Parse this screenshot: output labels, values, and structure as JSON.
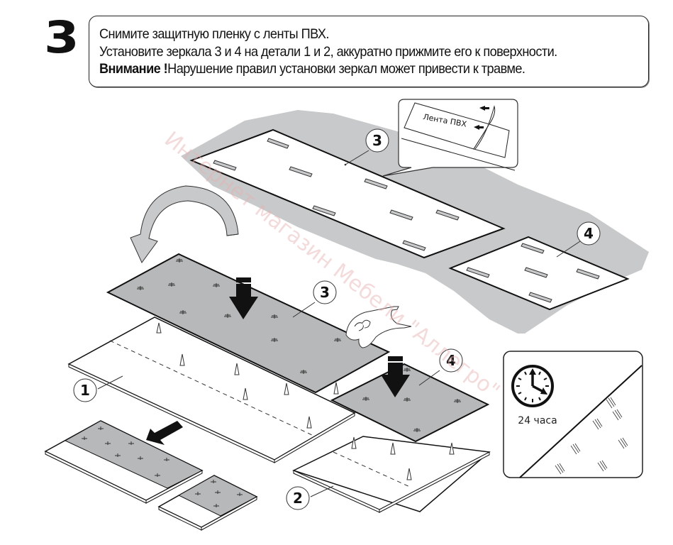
{
  "step": {
    "number": "3"
  },
  "instructions": {
    "line1": "Снимите защитную пленку с ленты ПВХ.",
    "line2": "Установите зеркала 3 и 4 на детали 1 и 2, аккуратно прижмите его к поверхности.",
    "warning_label": "Внимание !",
    "warning_text": "Нарушение правил установки зеркал может привести к травме."
  },
  "callout_detail": {
    "tape_label": "Лента ПВХ",
    "icon": "peel-tape-arrows-icon"
  },
  "part_labels": {
    "mirror_3_top": "3",
    "mirror_4_top": "4",
    "mirror_3": "3",
    "mirror_4": "4",
    "panel_1": "1",
    "panel_2": "2"
  },
  "wait_box": {
    "icon": "clock-icon",
    "label": "24 часа"
  },
  "watermark": "Интернет магазин Мебели \"Аллегро\"",
  "colors": {
    "mirror_gray": "#b6b8ba",
    "paper_gray": "#c8c9ca",
    "outline": "#111111",
    "watermark": "#e8b0b0"
  }
}
